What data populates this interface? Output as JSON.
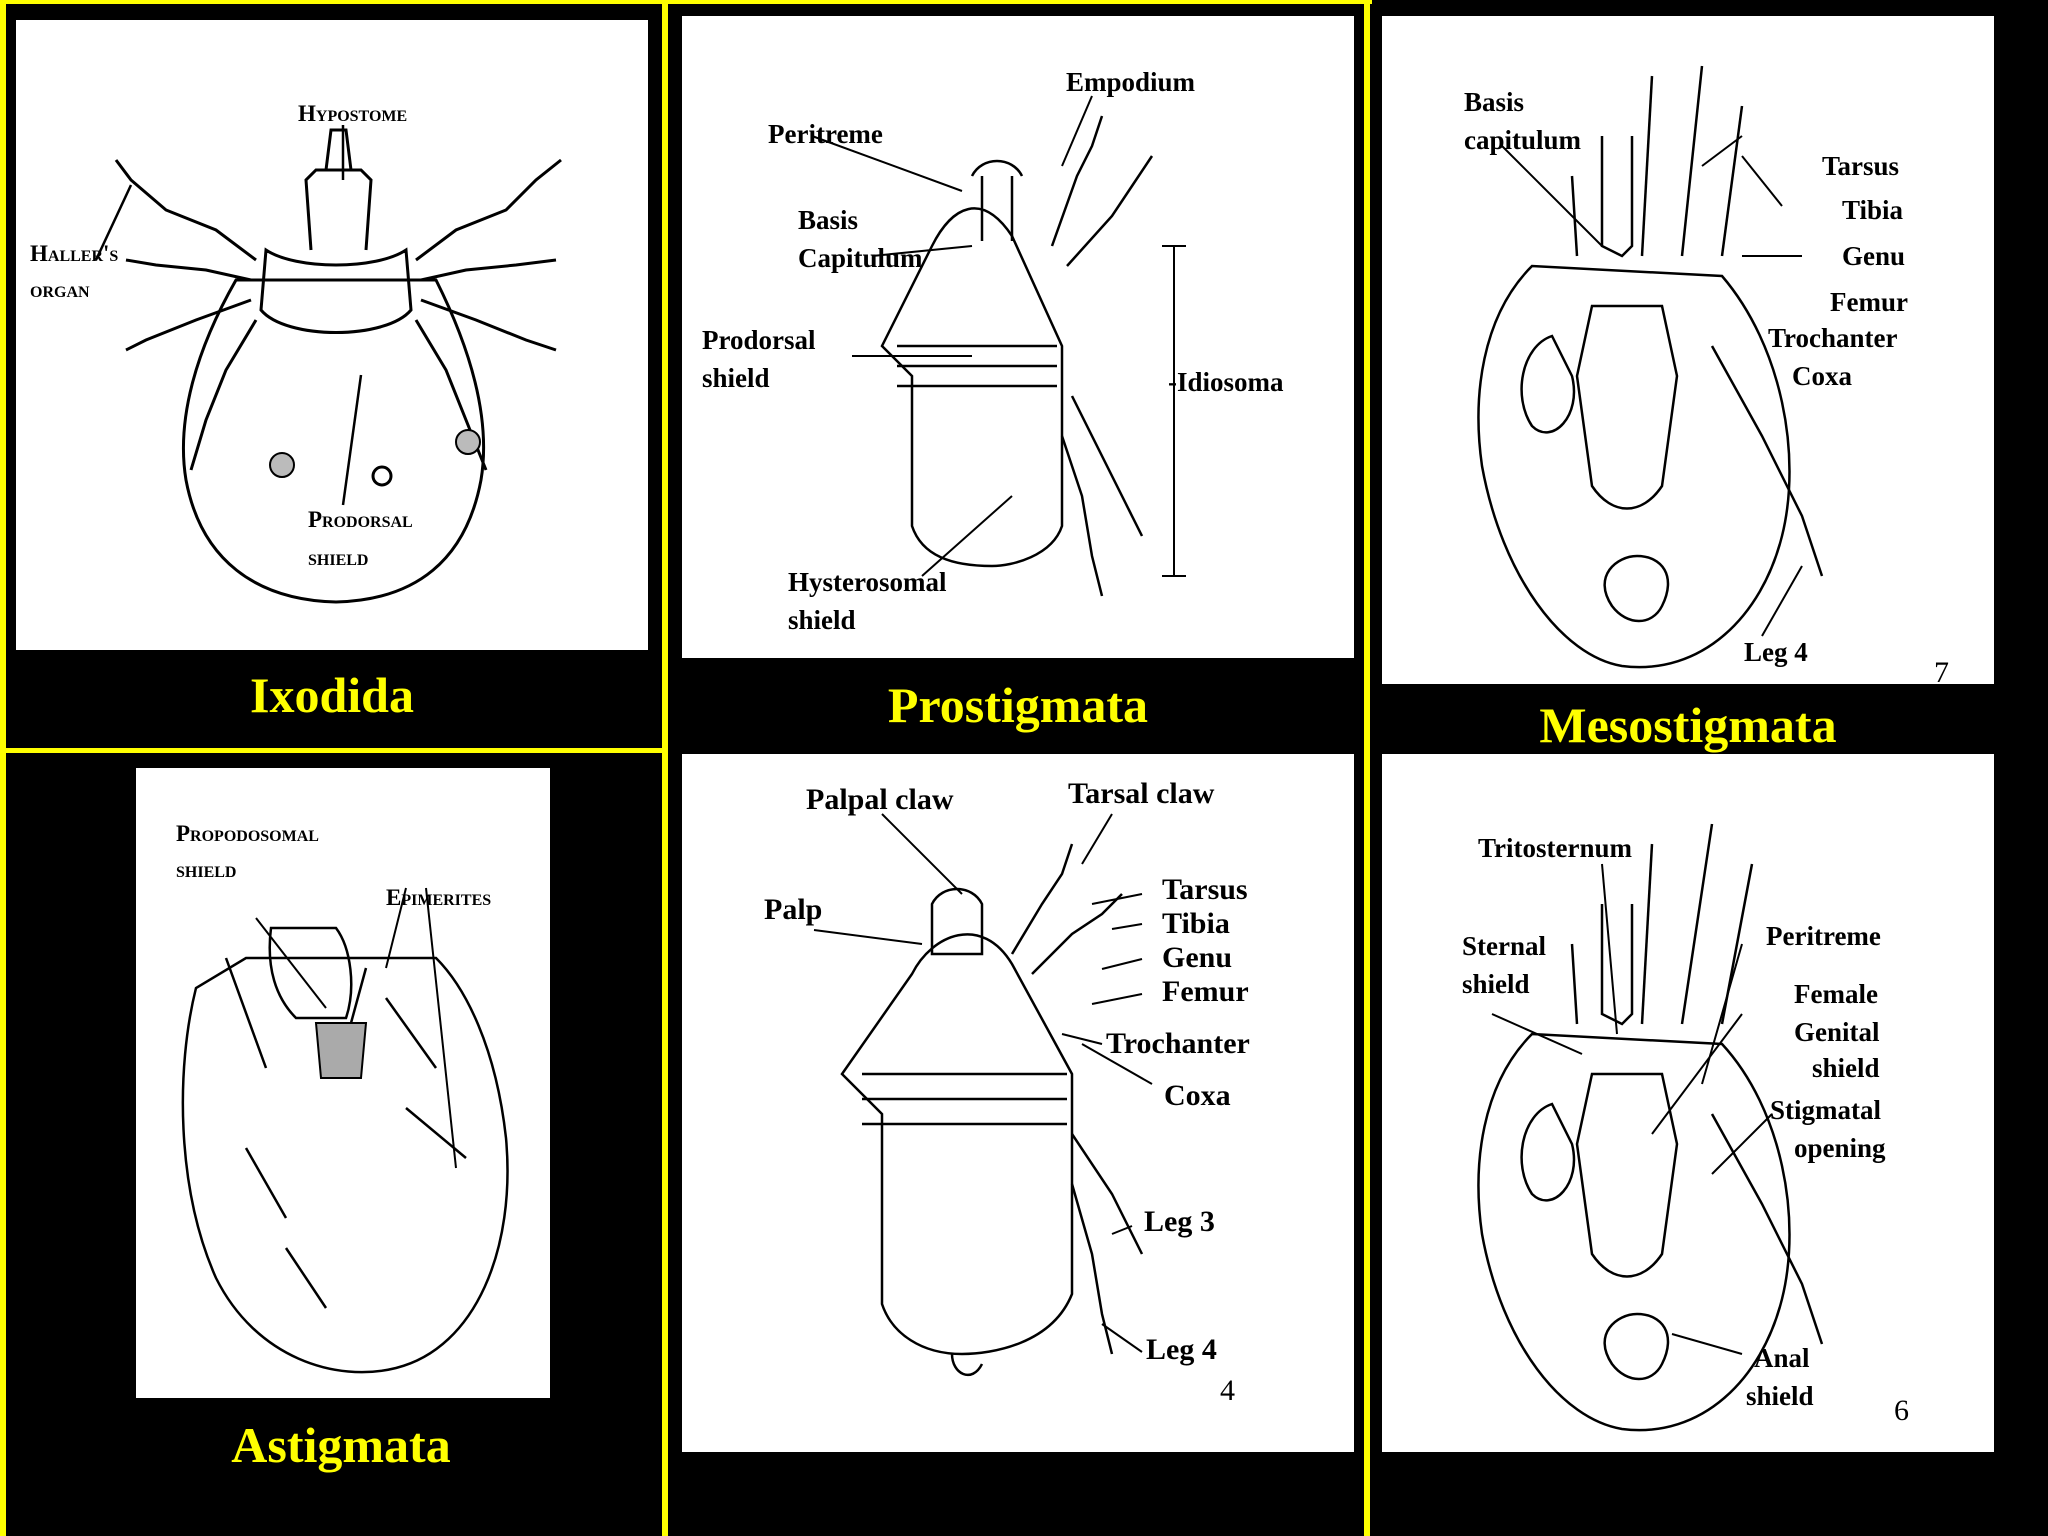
{
  "colors": {
    "background": "#000000",
    "divider": "#ffff00",
    "caption": "#ffff00",
    "panel": "#ffffff"
  },
  "captions": {
    "ixodida": "Ixodida",
    "prostigmata": "Prostigmata",
    "mesostigmata": "Mesostigmata",
    "astigmata": "Astigmata"
  },
  "ixodida": {
    "hypostome": "Hypostome",
    "hallers": "Haller's",
    "organ": "organ",
    "prodorsal": "Prodorsal",
    "shield": "shield"
  },
  "prostigmata_top": {
    "empodium": "Empodium",
    "peritreme": "Peritreme",
    "basis": "Basis",
    "capitulum": "Capitulum",
    "prodorsal": "Prodorsal",
    "prodorsal_shield": "shield",
    "idiosoma": "-Idiosoma",
    "hysterosomal": "Hysterosomal",
    "hysterosomal_shield": "shield"
  },
  "mesostigmata_top": {
    "basis": "Basis",
    "capitulum": "capitulum",
    "tarsus": "Tarsus",
    "tibia": "Tibia",
    "genu": "Genu",
    "femur": "Femur",
    "trochanter": "Trochanter",
    "coxa": "Coxa",
    "leg4": "Leg 4",
    "page_number": "7"
  },
  "astigmata": {
    "propodosomal": "Propodosomal",
    "shield": "shield",
    "epimerites": "Epimerites"
  },
  "prostigmata_bottom": {
    "palpal_claw": "Palpal claw",
    "tarsal_claw": "Tarsal claw",
    "palp": "Palp",
    "tarsus": "Tarsus",
    "tibia": "Tibia",
    "genu": "Genu",
    "femur": "Femur",
    "trochanter": "Trochanter",
    "coxa": "Coxa",
    "leg3": "Leg 3",
    "leg4": "Leg 4",
    "page_number": "4"
  },
  "mesostigmata_bottom": {
    "tritosternum": "Tritosternum",
    "sternal": "Sternal",
    "sternal_shield": "shield",
    "peritreme": "Peritreme",
    "female": "Female",
    "genital": "Genital",
    "genital_shield": "shield",
    "stigmatal": "Stigmatal",
    "opening": "opening",
    "anal": "Anal",
    "anal_shield": "shield",
    "page_number": "6"
  }
}
